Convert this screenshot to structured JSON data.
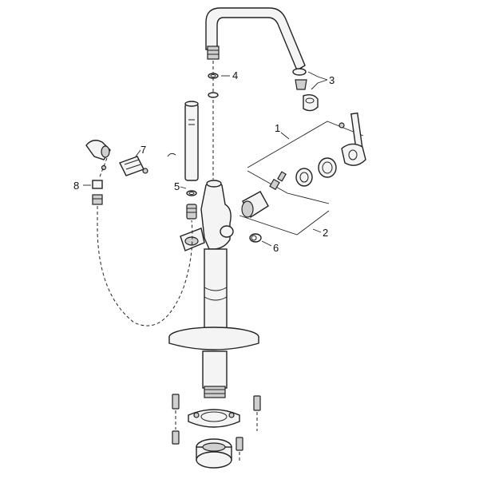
{
  "callouts": {
    "c1": "1",
    "c2": "2",
    "c3": "3",
    "c4": "4",
    "c5": "5",
    "c6": "6",
    "c7": "7",
    "c8": "8"
  },
  "colors": {
    "line": "#222222",
    "fill": "#f4f4f4",
    "shade": "#cfcfcf",
    "background": "#ffffff"
  }
}
